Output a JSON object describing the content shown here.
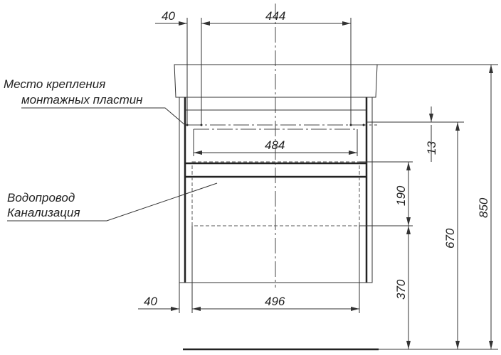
{
  "labels": {
    "mount_line1": "Место крепления",
    "mount_line2": "монтажных пластин",
    "pipes_line1": "Водопровод",
    "pipes_line2": "Канализация"
  },
  "dimensions": {
    "top_offset": "40",
    "top_plate_span": "444",
    "inner_width": "484",
    "bottom_offset": "40",
    "bottom_width": "496",
    "mount_offset": "13",
    "utility_zone_height": "190",
    "utility_zone_floor": "370",
    "mount_height": "670",
    "total_height": "850"
  }
}
